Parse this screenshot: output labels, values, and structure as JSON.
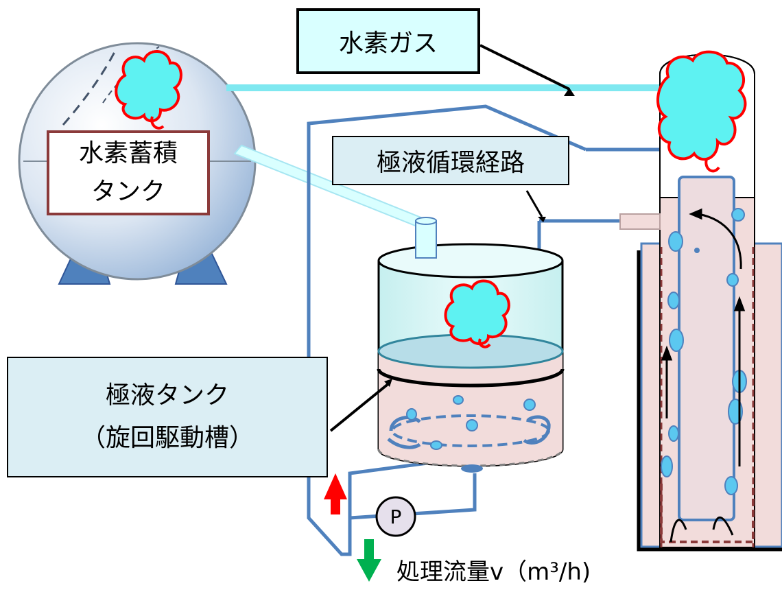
{
  "labels": {
    "hydrogen_gas": "水素ガス",
    "storage_tank_line1": "水素蓄積",
    "storage_tank_line2": "タンク",
    "circulation_path": "極液循環経路",
    "electrolyte_tank_line1": "極液タンク",
    "electrolyte_tank_line2": "（旋回駆動槽）",
    "pump": "P",
    "flow_rate": "処理流量v（m³/h)"
  },
  "colors": {
    "pipe": "#4f81bd",
    "hydrogen_pipe": "#7fe8f0",
    "hydrogen_cloud_fill": "#5ef2f2",
    "hydrogen_cloud_outline": "#ff0000",
    "bubble": "#5bc8f0",
    "liquid": "#f2dcdb",
    "flow_up_arrow": "#ff0000",
    "flow_down_arrow": "#00b050"
  }
}
